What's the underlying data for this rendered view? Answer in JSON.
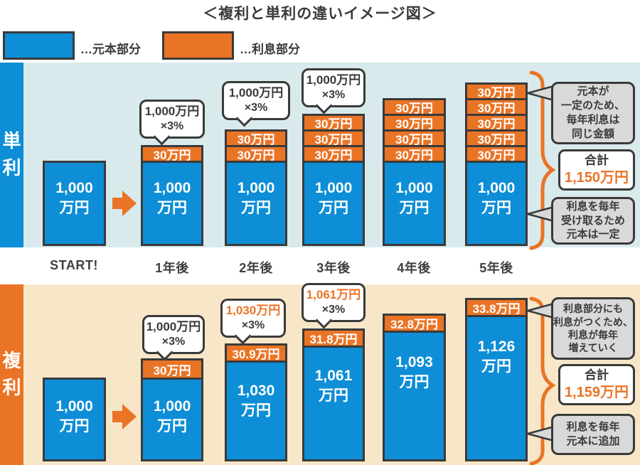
{
  "title": "＜複利と単利の違いイメージ図＞",
  "legend": {
    "principal_label": "…元本部分",
    "interest_label": "…利息部分"
  },
  "timeline": [
    "START!",
    "1年後",
    "2年後",
    "3年後",
    "4年後",
    "5年後"
  ],
  "colors": {
    "principal_blue": "#0d8ed6",
    "interest_orange": "#ea7426",
    "simple_section_bg": "#d9eaed",
    "compound_section_bg": "#f7e7c8",
    "ink": "#3a3a3a",
    "note_gray": "#d9d9d9"
  },
  "simple": {
    "side_label": "単\n利",
    "bars": [
      {
        "principal": "1,000\n万円",
        "interest": []
      },
      {
        "principal": "1,000\n万円",
        "interest": [
          "30万円"
        ]
      },
      {
        "principal": "1,000\n万円",
        "interest": [
          "30万円",
          "30万円"
        ]
      },
      {
        "principal": "1,000\n万円",
        "interest": [
          "30万円",
          "30万円",
          "30万円"
        ]
      },
      {
        "principal": "1,000\n万円",
        "interest": [
          "30万円",
          "30万円",
          "30万円",
          "30万円"
        ]
      },
      {
        "principal": "1,000\n万円",
        "interest": [
          "30万円",
          "30万円",
          "30万円",
          "30万円",
          "30万円"
        ]
      }
    ],
    "bubbles": [
      {
        "line1": "1,000万円",
        "line2": "×3%"
      },
      {
        "line1": "1,000万円",
        "line2": "×3%"
      },
      {
        "line1": "1,000万円",
        "line2": "×3%"
      }
    ],
    "notes": {
      "top": "元本が\n一定のため、\n毎年利息は\n同じ金額",
      "total_title": "合計",
      "total_value": "1,150万円",
      "bottom": "利息を毎年\n受け取るため\n元本は一定"
    }
  },
  "compound": {
    "side_label": "複\n利",
    "bars": [
      {
        "principal": "1,000\n万円",
        "interest": ""
      },
      {
        "principal": "1,000\n万円",
        "interest": "30万円"
      },
      {
        "principal": "1,030\n万円",
        "interest": "30.9万円"
      },
      {
        "principal": "1,061\n万円",
        "interest": "31.8万円"
      },
      {
        "principal": "1,093\n万円",
        "interest": "32.8万円"
      },
      {
        "principal": "1,126\n万円",
        "interest": "33.8万円"
      }
    ],
    "bubbles": [
      {
        "line1": "1,000万円",
        "line2": "×3%"
      },
      {
        "line1": "1,030万円",
        "line2": "×3%"
      },
      {
        "line1": "1,061万円",
        "line2": "×3%"
      }
    ],
    "notes": {
      "top": "利息部分にも\n利息がつくため、\n利息が毎年\n増えていく",
      "total_title": "合計",
      "total_value": "1,159万円",
      "bottom": "利息を毎年\n元本に追加"
    }
  },
  "chart_data": [
    {
      "type": "bar",
      "title": "単利",
      "categories": [
        "START!",
        "1年後",
        "2年後",
        "3年後",
        "4年後",
        "5年後"
      ],
      "series": [
        {
          "name": "元本部分 (万円)",
          "values": [
            1000,
            1000,
            1000,
            1000,
            1000,
            1000
          ]
        },
        {
          "name": "利息部分 (万円, 30万円×年数)",
          "values": [
            0,
            30,
            60,
            90,
            120,
            150
          ]
        }
      ],
      "annotations": [
        "1,000万円×3%",
        "合計 1,150万円"
      ],
      "legend_position": "top-left",
      "stacked": true
    },
    {
      "type": "bar",
      "title": "複利",
      "categories": [
        "START!",
        "1年後",
        "2年後",
        "3年後",
        "4年後",
        "5年後"
      ],
      "series": [
        {
          "name": "元本部分 (万円)",
          "values": [
            1000,
            1000,
            1030,
            1061,
            1093,
            1126
          ]
        },
        {
          "name": "利息部分 (万円)",
          "values": [
            0,
            30,
            30.9,
            31.8,
            32.8,
            33.8
          ]
        }
      ],
      "annotations": [
        "1,000万円×3%",
        "1,030万円×3%",
        "1,061万円×3%",
        "合計 1,159万円"
      ],
      "legend_position": "top-left",
      "stacked": true
    }
  ]
}
